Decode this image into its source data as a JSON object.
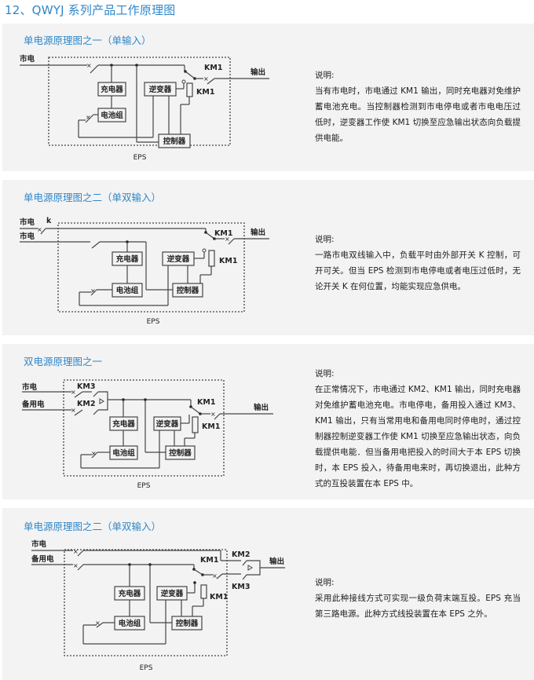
{
  "page": {
    "title": "12、QWYJ 系列产品工作原理图",
    "accent_color": "#2f87c9",
    "panel_color": "#f3f3f3"
  },
  "sections": [
    {
      "title": "单电源原理图之一（单输入）",
      "labels": {
        "input1": "市电",
        "output": "输出",
        "km1_switch": "KM1",
        "km1_coil": "KM1",
        "charger": "充电器",
        "inverter": "逆变器",
        "battery": "电池组",
        "controller": "控制器",
        "eps": "EPS"
      },
      "desc_label": "说明:",
      "description": "当有市电时，市电通过 KM1 输出，同时充电器对免维护蓄电池充电。当控制器检测到市电停电或者市电电压过低时，逆变器工作使 KM1 切换至应急输出状态向负载提供电能。"
    },
    {
      "title": "单电源原理图之二（单双输入）",
      "labels": {
        "input1": "市电",
        "input2": "市电",
        "switch_k": "k",
        "output": "输出",
        "km1_switch": "KM1",
        "km1_coil": "KM1",
        "charger": "充电器",
        "inverter": "逆变器",
        "battery": "电池组",
        "controller": "控制器",
        "eps": "EPS"
      },
      "desc_label": "说明:",
      "description": "一路市电双线输入中，负载平时由外部开关 K 控制，可开可关。但当 EPS 检测到市电停电或者电压过低时，无论开关 K 在何位置，均能实现应急供电。"
    },
    {
      "title": "双电源原理图之一",
      "labels": {
        "input1": "市电",
        "input2": "备用电",
        "km3": "KM3",
        "km2": "KM2",
        "output": "输出",
        "km1_switch": "KM1",
        "km1_coil": "KM1",
        "charger": "充电器",
        "inverter": "逆变器",
        "battery": "电池组",
        "controller": "控制器",
        "eps": "EPS"
      },
      "desc_label": "说明:",
      "description": "在正常情况下，市电通过 KM2、KM1 输出，同时充电器对免维护蓄电池充电。市电停电，备用投入通过 KM3、KM1 输出，只有当常用电和备用电同时停电时，通过控制器控制逆变器工作使 KM1 切换至应急输出状态，向负载提供电能．但当备用电把投入的时间大于本 EPS 切换时，本 EPS 投入，待备用电来时，再切换退出，此种方式的互投装置在本 EPS 中。"
    },
    {
      "title": "单电源原理图之二（单双输入）",
      "labels": {
        "input1": "市电",
        "input2": "备用电",
        "km2": "KM2",
        "km3": "KM3",
        "output": "输出",
        "km1_switch": "KM1",
        "km1_coil": "KM1",
        "charger": "充电器",
        "inverter": "逆变器",
        "battery": "电池组",
        "controller": "控制器",
        "eps": "EPS"
      },
      "desc_label": "说明:",
      "description": "采用此种接线方式可实现一级负荷末端互投。EPS 充当第三路电源。此种方式线投装置在本 EPS 之外。"
    }
  ]
}
